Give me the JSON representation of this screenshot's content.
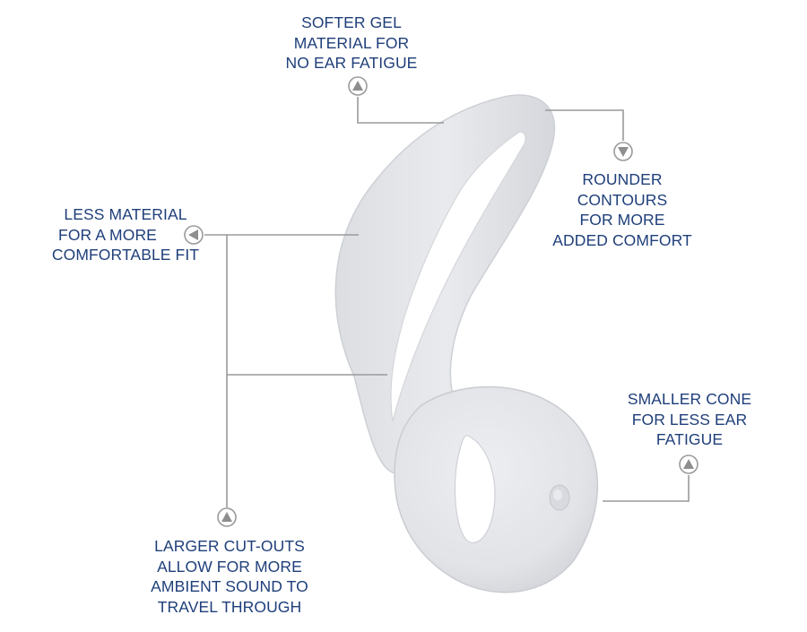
{
  "colors": {
    "text": "#1f3f7a",
    "leader_line": "#9a9a9a",
    "earpiece_fill": "#e6e7ea",
    "earpiece_shadow": "#cfd1d6",
    "marker_fill": "#8e8e8e"
  },
  "icons": {
    "marker_up": "triangle-up-in-circle",
    "marker_down": "triangle-down-in-circle",
    "marker_left": "triangle-left-in-circle"
  },
  "callouts": {
    "softer_gel": [
      "SOFTER GEL",
      "MATERIAL FOR",
      "NO EAR FATIGUE"
    ],
    "rounder_contours": [
      "ROUNDER",
      "CONTOURS",
      "FOR MORE",
      "ADDED COMFORT"
    ],
    "less_material": [
      "LESS MATERIAL",
      "FOR A MORE",
      "COMFORTABLE FIT"
    ],
    "smaller_cone": [
      "SMALLER CONE",
      "FOR LESS EAR",
      "FATIGUE"
    ],
    "larger_cutouts": [
      "LARGER CUT-OUTS",
      "ALLOW FOR MORE",
      "AMBIENT SOUND TO",
      "TRAVEL THROUGH"
    ]
  }
}
